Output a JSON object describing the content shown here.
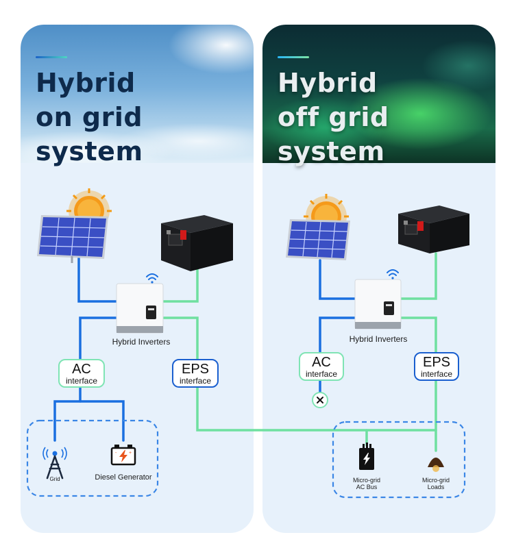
{
  "left": {
    "title_line1": "Hybrid",
    "title_line2": "on grid system",
    "inverter_label": "Hybrid Inverters",
    "ac_box": {
      "big": "AC",
      "small": "interface"
    },
    "eps_box": {
      "big": "EPS",
      "small": "interface"
    },
    "grid_label": "Grid",
    "generator_label": "Diesel Generator"
  },
  "right": {
    "title_line1": "Hybrid",
    "title_line2": "off grid system",
    "inverter_label": "Hybrid Inverters",
    "ac_box": {
      "big": "AC",
      "small": "interface"
    },
    "eps_box": {
      "big": "EPS",
      "small": "interface"
    },
    "bus_label_line1": "Micro-grid",
    "bus_label_line2": "AC Bus",
    "loads_label_line1": "Micro-grid",
    "loads_label_line2": "Loads"
  },
  "colors": {
    "blue_wire": "#1a6fe0",
    "green_wire": "#6fe0a0",
    "dashed_blue": "#3a86e6",
    "dashed_green": "#7fe4b4"
  },
  "icons": [
    "solar-panel-icon",
    "sun-icon",
    "battery-icon",
    "inverter-icon",
    "wifi-icon",
    "grid-tower-icon",
    "generator-icon",
    "transformer-icon",
    "lamp-icon",
    "disconnect-icon"
  ]
}
